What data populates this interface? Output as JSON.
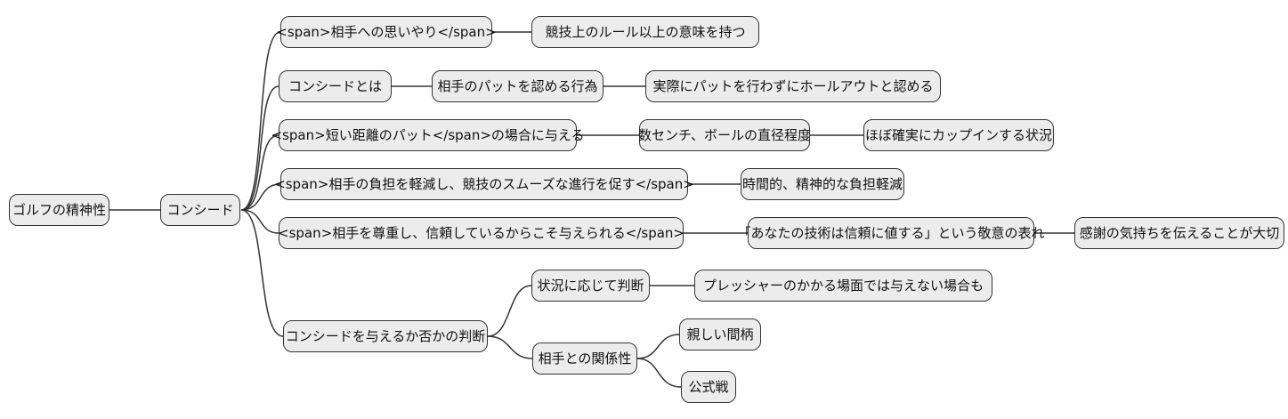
{
  "diagram": {
    "type": "mindmap",
    "orientation": "left-to-right",
    "colors": {
      "node_fill": "#ececec",
      "node_border": "#333333",
      "edge": "#333333",
      "text": "#111111",
      "background": "#ffffff"
    }
  },
  "mindmap": {
    "root": {
      "label": "ゴルフの精神性",
      "children": [
        {
          "label": "コンシード",
          "children": [
            {
              "label": "<span>相手への思いやり</span>",
              "children": [
                {
                  "label": "競技上のルール以上の意味を持つ"
                }
              ]
            },
            {
              "label": "コンシードとは",
              "children": [
                {
                  "label": "相手のパットを認める行為",
                  "children": [
                    {
                      "label": "実際にパットを行わずにホールアウトと認める"
                    }
                  ]
                }
              ]
            },
            {
              "label": "<span>短い距離のパット</span>の場合に与える",
              "children": [
                {
                  "label": "数センチ、ボールの直径程度",
                  "children": [
                    {
                      "label": "ほぼ確実にカップインする状況"
                    }
                  ]
                }
              ]
            },
            {
              "label": "<span>相手の負担を軽減し、競技のスムーズな進行を促す</span>",
              "children": [
                {
                  "label": "時間的、精神的な負担軽減"
                }
              ]
            },
            {
              "label": "<span>相手を尊重し、信頼しているからこそ与えられる</span>",
              "children": [
                {
                  "label": "「あなたの技術は信頼に値する」という敬意の表れ",
                  "children": [
                    {
                      "label": "感謝の気持ちを伝えることが大切"
                    }
                  ]
                }
              ]
            },
            {
              "label": "コンシードを与えるか否かの判断",
              "children": [
                {
                  "label": "状況に応じて判断",
                  "children": [
                    {
                      "label": "プレッシャーのかかる場面では与えない場合も"
                    }
                  ]
                },
                {
                  "label": "相手との関係性",
                  "children": [
                    {
                      "label": "親しい間柄"
                    },
                    {
                      "label": "公式戦"
                    }
                  ]
                }
              ]
            }
          ]
        }
      ]
    }
  }
}
